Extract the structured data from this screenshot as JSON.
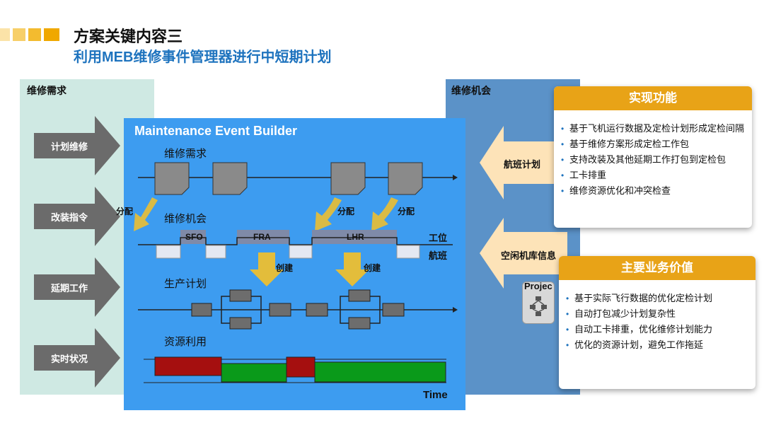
{
  "header": {
    "title": "方案关键内容三",
    "subtitle": "利用MEB维修事件管理器进行中短期计划"
  },
  "left_panel": {
    "label": "维修需求",
    "arrows": [
      "计划维修",
      "改装指令",
      "延期工作",
      "实时状况"
    ]
  },
  "right_panel": {
    "label": "维修机会",
    "arrows": [
      "航班计划",
      "空闲机库信息"
    ],
    "project_label": "Projec"
  },
  "meb": {
    "title": "Maintenance Event Builder",
    "sections": {
      "demand": "维修需求",
      "opportunity": "维修机会",
      "production": "生产计划",
      "resource": "资源利用"
    },
    "assign_label": "分配",
    "create_label": "创建",
    "bars": [
      "SFO",
      "FRA",
      "LHR"
    ],
    "work_position": "工位",
    "flight": "航班",
    "time_label": "Time"
  },
  "card_functions": {
    "title": "实现功能",
    "items": [
      "基于飞机运行数据及定检计划形成定检间隔",
      "基于维修方案形成定检工作包",
      "支持改装及其他延期工作打包到定检包",
      "工卡排重",
      "维修资源优化和冲突检查"
    ]
  },
  "card_values": {
    "title": "主要业务价值",
    "items": [
      "基于实际飞行数据的优化定检计划",
      "自动打包减少计划复杂性",
      "自动工卡排重，优化维修计划能力",
      "优化的资源计划，避免工作拖延"
    ]
  },
  "colors": {
    "accent_blue": "#1e73be",
    "meb_blue": "#3d9cf0",
    "orange": "#e8a317",
    "grey_arrow": "#6b6b6b",
    "resource_red": "#a50f0f",
    "resource_green": "#0a9a1a"
  }
}
